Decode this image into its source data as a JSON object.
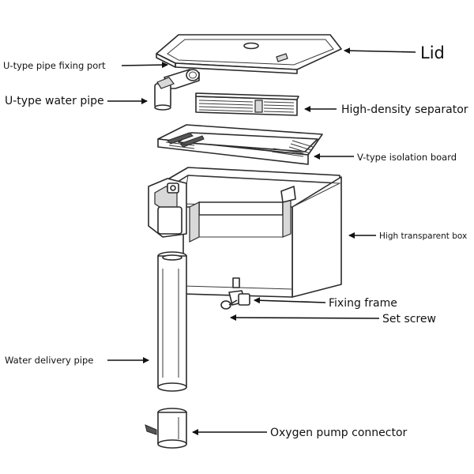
{
  "labels": {
    "lid": "Lid",
    "u_pipe_port": "U-type pipe fixing port",
    "u_water_pipe": "U-type water pipe",
    "separator": "High-density separator",
    "v_board": "V-type isolation board",
    "box": "High transparent box",
    "fixing_frame": "Fixing frame",
    "set_screw": "Set screw",
    "delivery_pipe": "Water delivery pipe",
    "oxygen_connector": "Oxygen pump connector"
  },
  "colors": {
    "line": "#2a2a2a",
    "text": "#111111",
    "shade": "#d8d8d8",
    "background": "#ffffff"
  }
}
